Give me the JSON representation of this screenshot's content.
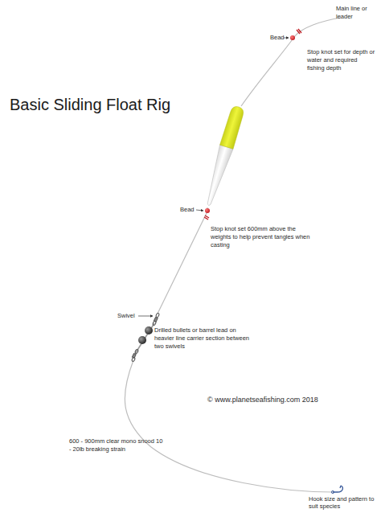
{
  "diagram": {
    "title": "Basic Sliding Float Rig",
    "labels": [
      "Main line or leader",
      "Bead",
      "Stop knot set for depth or water and required fishing depth",
      "Bead",
      "Stop knot set 600mm above the weights to help prevent tangles when casting",
      "Swivel",
      "Drilled bullets or barrel lead on heavier line carrier section between two swivels",
      "© www.planetseafishing.com 2018",
      "600 - 900mm clear mono snood 10 - 20lb breaking strain",
      "Hook size and pattern to suit species"
    ]
  }
}
